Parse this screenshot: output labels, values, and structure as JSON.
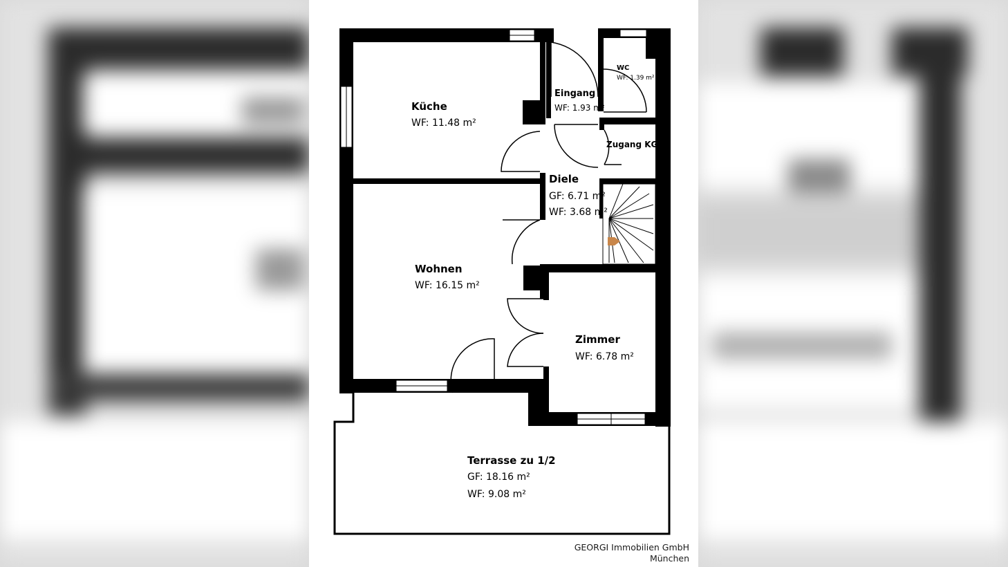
{
  "rooms": {
    "kueche": {
      "name": "Küche",
      "area": "WF: 11.48 m²"
    },
    "eingang": {
      "name": "Eingang",
      "area": "WF: 1.93 m²"
    },
    "wc": {
      "name": "WC",
      "area": "WF: 1.39 m²"
    },
    "zugang": {
      "name": "Zugang KG"
    },
    "diele": {
      "name": "Diele",
      "area_gf": "GF: 6.71 m²",
      "area_wf": "WF: 3.68 m²"
    },
    "wohnen": {
      "name": "Wohnen",
      "area": "WF: 16.15 m²"
    },
    "zimmer": {
      "name": "Zimmer",
      "area": "WF: 6.78 m²"
    },
    "terrasse": {
      "name": "Terrasse zu 1/2",
      "area_gf": "GF: 18.16 m²",
      "area_wf": "WF: 9.08 m²"
    }
  },
  "credit": {
    "company": "GEORGI Immobilien GmbH",
    "city": "München"
  },
  "colors": {
    "wall": "#000000",
    "background": "#ffffff",
    "stair_arrow": "#c8864a"
  }
}
